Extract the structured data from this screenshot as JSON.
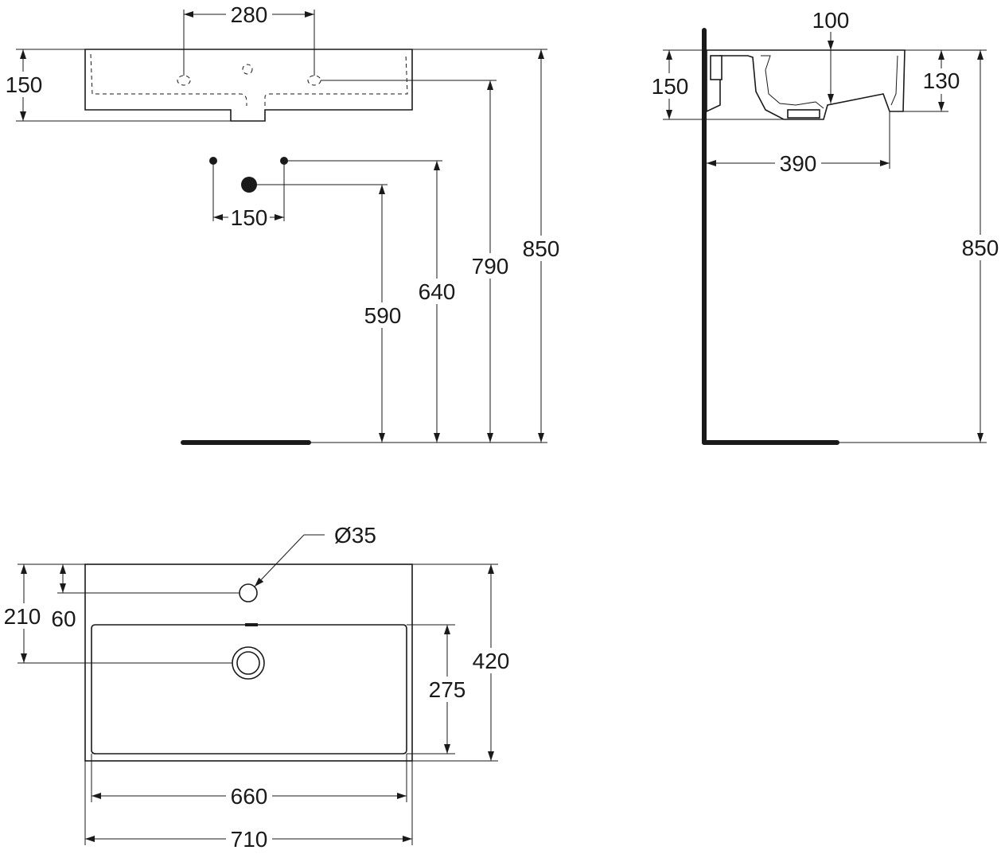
{
  "front_view": {
    "tap_hole_spacing": "280",
    "basin_height": "150",
    "connector_spacing": "150",
    "waste_outlet_height": "590",
    "connector_height": "640",
    "tap_hole_height": "790",
    "top_height": "850"
  },
  "side_view": {
    "waste_depth": "100",
    "basin_height": "150",
    "bowl_depth": "130",
    "projection": "390",
    "top_height": "850"
  },
  "plan_view": {
    "tap_hole_diameter": "Ø35",
    "waste_offset": "210",
    "tap_hole_offset": "60",
    "overall_depth": "420",
    "bowl_depth": "275",
    "bowl_width": "660",
    "overall_width": "710"
  }
}
